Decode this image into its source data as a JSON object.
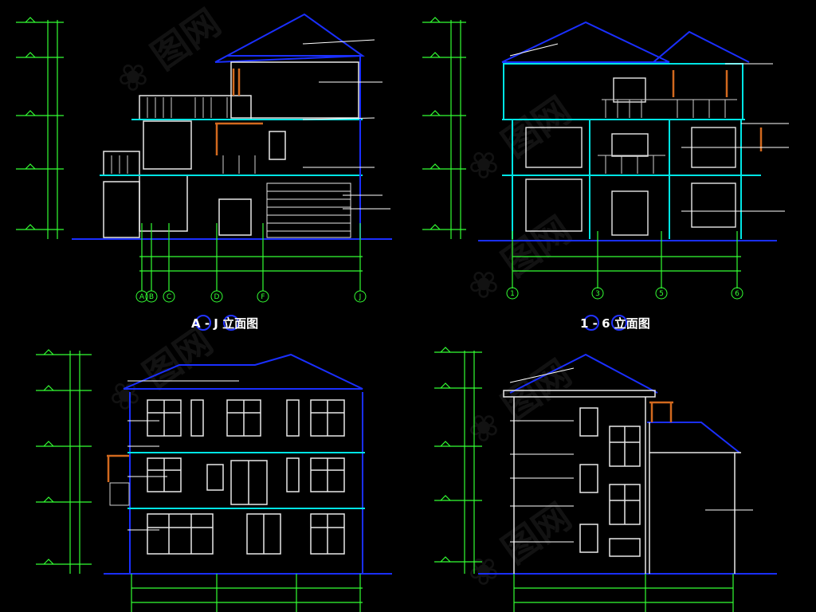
{
  "drawings": {
    "top_left": {
      "title": "A - J 立面图",
      "axes": [
        "A",
        "B",
        "C",
        "D",
        "F",
        "J"
      ]
    },
    "top_right": {
      "title": "1 - 6 立面图",
      "axes": [
        "1",
        "3",
        "5",
        "6"
      ]
    }
  },
  "colors": {
    "background": "#000000",
    "dimension": "#33ff33",
    "wall": "#e8e8e8",
    "roof": "#1a2fff",
    "floorline": "#00e5e5",
    "accent": "#d2691e",
    "axis_bubble": "#2233ff"
  }
}
